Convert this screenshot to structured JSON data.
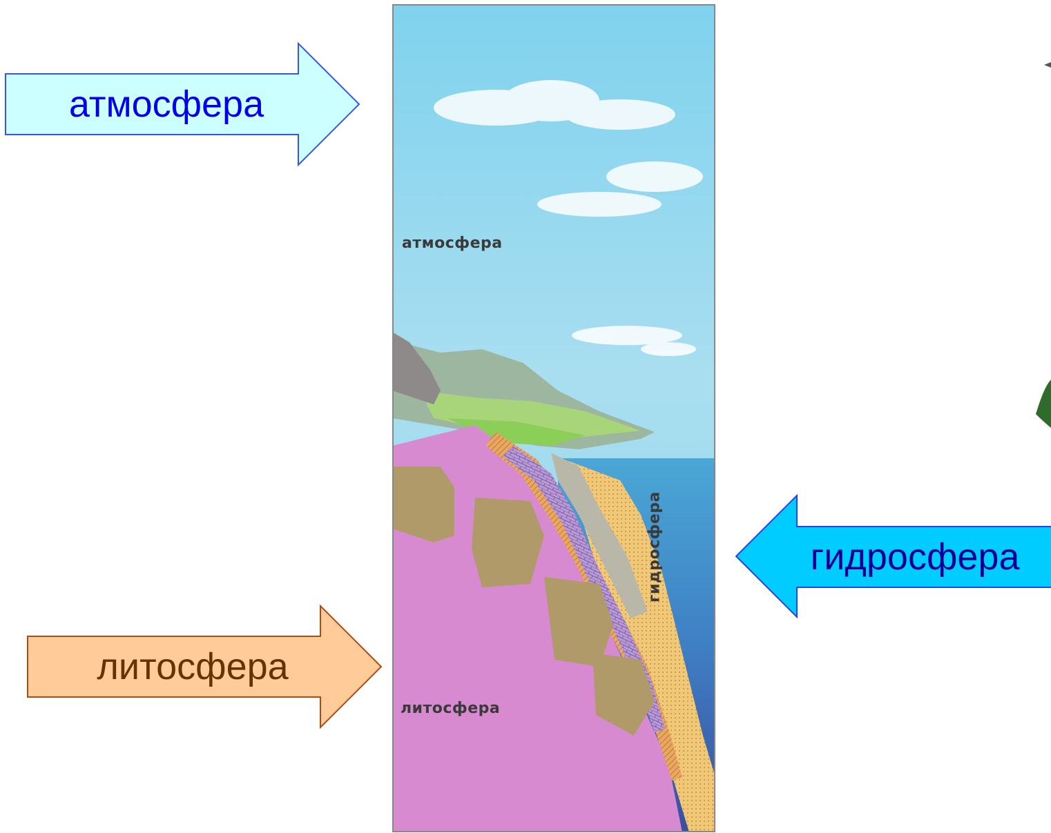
{
  "arrows": {
    "atmosphere": {
      "label": "атмосфера",
      "fill": "#CCFFFF",
      "stroke": "#3355EE",
      "text_color": "#0000EE"
    },
    "lithosphere": {
      "label": "литосфера",
      "fill": "#FFCC99",
      "stroke": "#B04A10",
      "text_color": "#663300"
    },
    "hydrosphere": {
      "label": "гидросфера",
      "fill": "#00CCFF",
      "stroke": "#2244EE",
      "text_color": "#000099"
    }
  },
  "illustration": {
    "atmosphere_label": "атмосфера",
    "hydrosphere_label": "гидросфера",
    "lithosphere_label": "литосфера"
  }
}
